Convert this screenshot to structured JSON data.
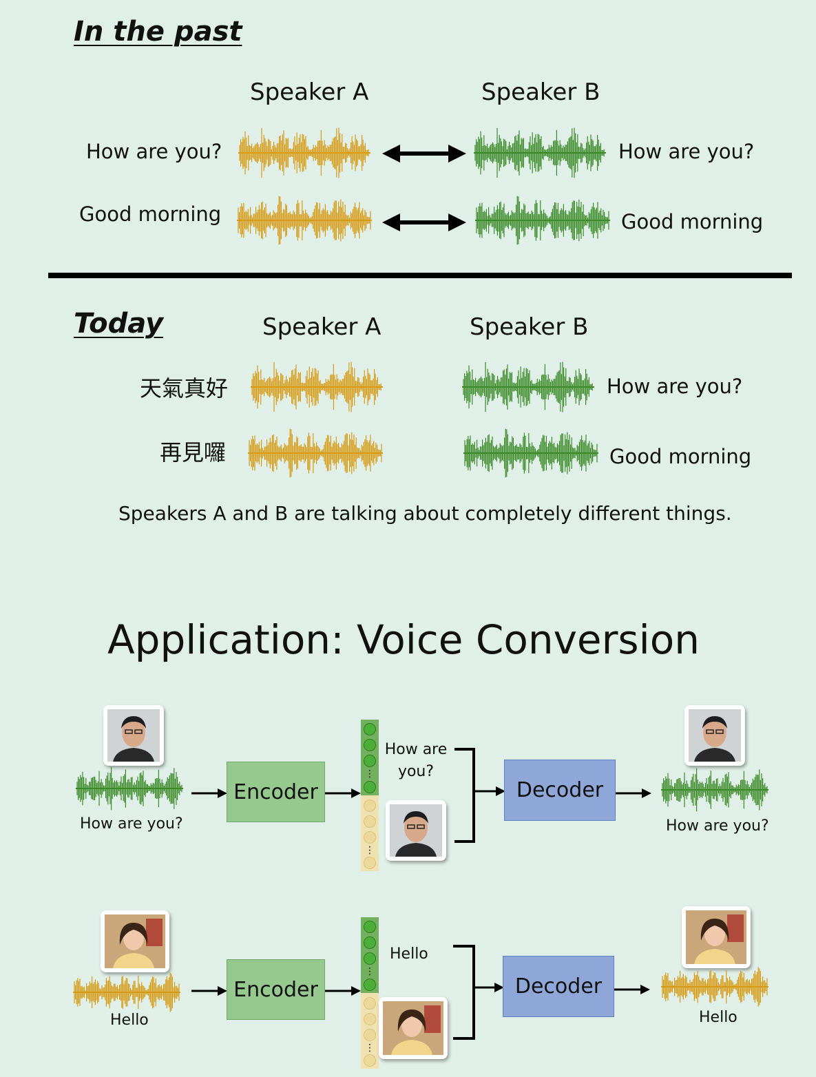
{
  "past": {
    "heading": "In the past",
    "speaker_a": "Speaker A",
    "speaker_b": "Speaker B",
    "rows": [
      {
        "a_text": "How are you?",
        "b_text": "How are you?"
      },
      {
        "a_text": "Good morning",
        "b_text": "Good morning"
      }
    ]
  },
  "today": {
    "heading": "Today",
    "speaker_a": "Speaker A",
    "speaker_b": "Speaker B",
    "rows": [
      {
        "a_text": "天氣真好",
        "b_text": "How are you?"
      },
      {
        "a_text": "再見囉",
        "b_text": "Good morning"
      }
    ],
    "note": "Speakers A and B are talking about completely different things."
  },
  "application": {
    "title": "Application: Voice Conversion",
    "row1": {
      "input_label": "How are you?",
      "encoder": "Encoder",
      "content_text": "How are you?",
      "decoder": "Decoder",
      "output_label": "How are you?"
    },
    "row2": {
      "input_label": "Hello",
      "encoder": "Encoder",
      "content_text": "Hello",
      "decoder": "Decoder",
      "output_label": "Hello"
    },
    "ellipsis": "⋮"
  },
  "colors": {
    "speaker_a_wave": "#d69a14",
    "speaker_b_wave": "#3a8a28",
    "encoder": "#95c98d",
    "decoder": "#8ea7d8",
    "background": "#e0efe7"
  }
}
